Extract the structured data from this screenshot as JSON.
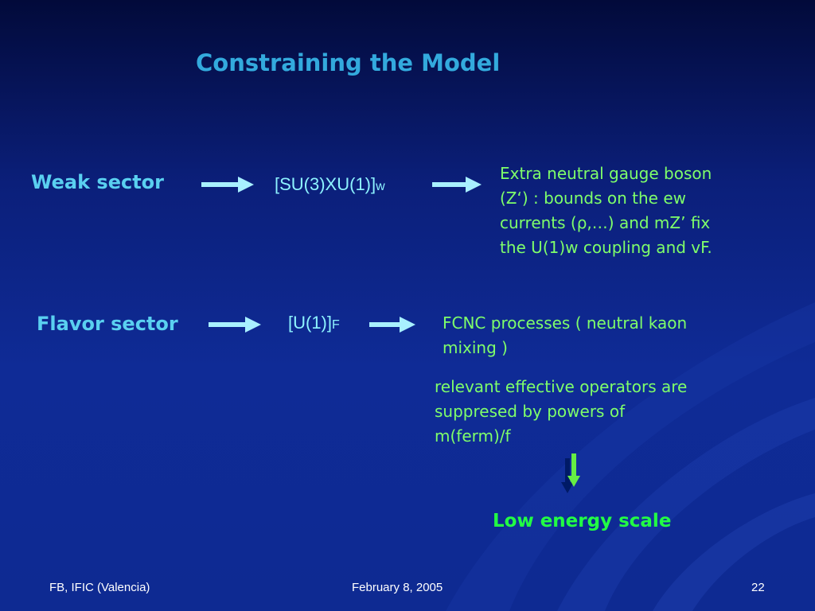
{
  "slide": {
    "title": "Constraining the Model",
    "rows": [
      {
        "label": "Weak sector",
        "group": "[SU(3)XU(1)]",
        "group_subscript": "w",
        "result_lines": [
          "Extra neutral gauge boson",
          "(Z‘) : bounds on the ew",
          "currents (ρ,…) and mZ’ fix",
          "the U(1)w coupling and vF."
        ]
      },
      {
        "label": "Flavor sector",
        "group": "[U(1)]",
        "group_subscript": "F",
        "result_lines": [
          "FCNC processes ( neutral kaon",
          "mixing )"
        ]
      }
    ],
    "suppression_lines": [
      "relevant effective operators  are",
      "suppresed by powers of",
      "m(ferm)/f"
    ],
    "conclusion": "Low energy scale",
    "footer": {
      "left": "FB, IFIC (Valencia)",
      "center": "February  8,  2005",
      "page_number": "22"
    }
  },
  "colors": {
    "title": "#33aadd",
    "labels": "#5ad0f0",
    "formula": "#8ef4ff",
    "notes": "#7fff6a",
    "conclusion": "#22ff44",
    "arrow": "#a8f0ff",
    "down_arrow_fill": "#66ee44",
    "down_arrow_shadow": "#001a66"
  }
}
